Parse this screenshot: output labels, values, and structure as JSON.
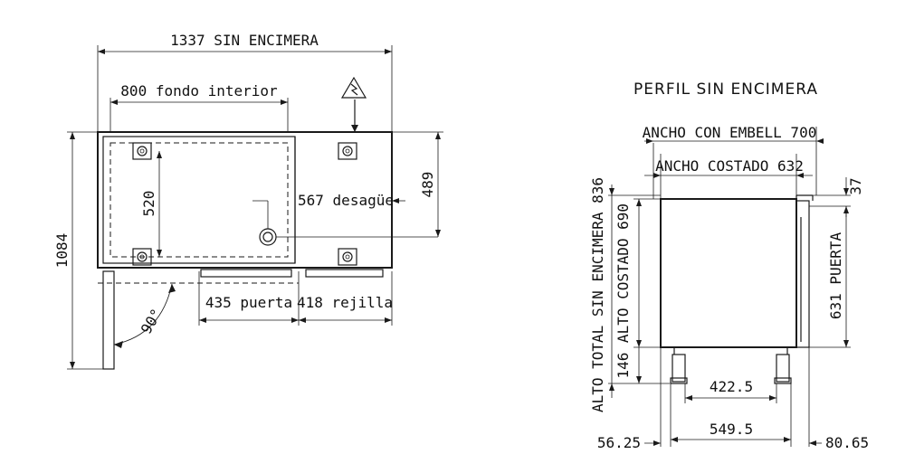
{
  "plan": {
    "overall_width": "1337 SIN ENCIMERA",
    "interior_depth": "800 fondo interior",
    "interior_width": "520",
    "drain": "567 desagüe",
    "height_right": "489",
    "total_depth": "1084",
    "door": "435 puerta",
    "grille": "418 rejilla",
    "door_angle": "90°"
  },
  "profile": {
    "title": "PERFIL SIN ENCIMERA",
    "width_with_trim": "ANCHO CON EMBELL 700",
    "side_width": "ANCHO COSTADO 632",
    "top_offset": "37",
    "total_height": "ALTO TOTAL SIN ENCIMERA 836",
    "side_height": "ALTO COSTADO 690",
    "door_height": "631 PUERTA",
    "leg_height": "146",
    "inner_leg_span": "422.5",
    "outer_leg_span": "549.5",
    "left_offset": "56.25",
    "right_offset": "80.65"
  }
}
